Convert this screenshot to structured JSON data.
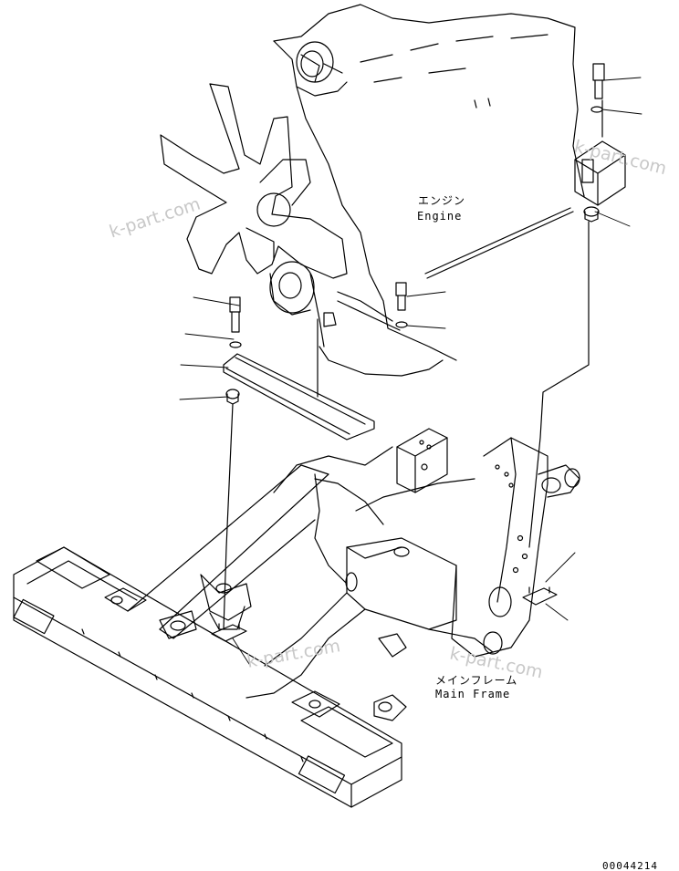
{
  "labels": {
    "engine_jp": "エンジン",
    "engine_en": "Engine",
    "frame_jp": "メインフレーム",
    "frame_en": "Main Frame",
    "drawing_number": "00044214"
  },
  "watermarks": [
    "k-part.com",
    "k-part.com",
    "k-part.com",
    "k-part.com"
  ],
  "colors": {
    "line": "#000000",
    "watermark": "#c8c8c8",
    "background": "#ffffff"
  }
}
